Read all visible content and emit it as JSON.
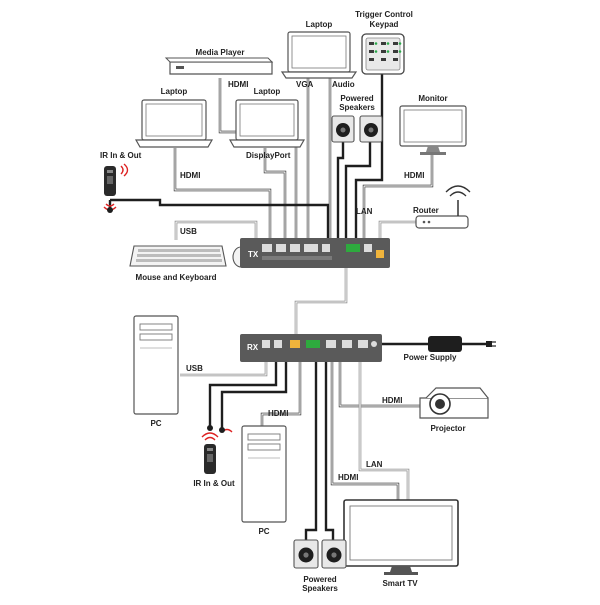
{
  "devices": {
    "trigger_keypad": "Trigger Control\nKeypad",
    "laptop_top": "Laptop",
    "media_player": "Media Player",
    "laptop_left": "Laptop",
    "laptop_mid": "Laptop",
    "powered_speakers_top": "Powered\nSpeakers",
    "monitor": "Monitor",
    "ir_top": "IR In & Out",
    "router": "Router",
    "mouse_keyboard": "Mouse and Keyboard",
    "tx_unit": "TX",
    "rx_unit": "RX",
    "pc_left": "PC",
    "power_supply": "Power Supply",
    "projector": "Projector",
    "ir_bottom": "IR In & Out",
    "pc_bottom": "PC",
    "powered_speakers_bottom": "Powered\nSpeakers",
    "smart_tv": "Smart TV"
  },
  "cables": {
    "hdmi_media": "HDMI",
    "vga": "VGA",
    "audio": "Audio",
    "hdmi_laptop_left": "HDMI",
    "displayport": "DisplayPort",
    "hdmi_monitor": "HDMI",
    "lan_router": "LAN",
    "usb_top": "USB",
    "usb_pc_left": "USB",
    "hdmi_pc_bottom": "HDMI",
    "hdmi_projector": "HDMI",
    "hdmi_smart_tv": "HDMI",
    "lan_smart_tv": "LAN"
  }
}
